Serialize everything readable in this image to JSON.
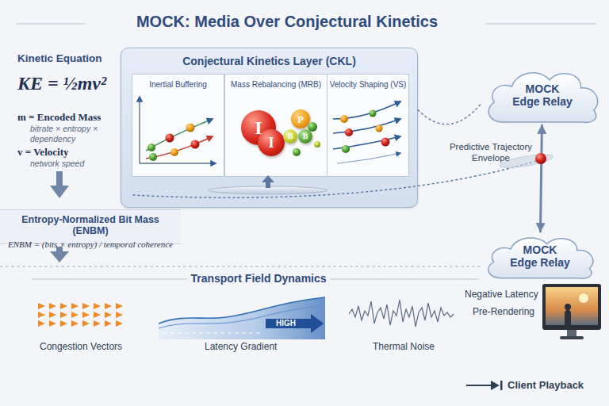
{
  "diagram": {
    "title": "MOCK: Media Over Conjectural Kinetics",
    "nodes": [
      {
        "text": [
          "Conjectural Kinetics Layer (CKL)"
        ]
      },
      {
        "text": [
          "Inertial Buffering"
        ],
        "in": 0
      },
      {
        "text": [
          "Mass Rebalancing (MRB)"
        ],
        "in": 0
      },
      {
        "text": [
          "Velocity Shaping (VS)"
        ],
        "in": 0
      },
      {
        "text": [
          "I"
        ],
        "in": 2
      },
      {
        "text": [
          "I"
        ],
        "in": 2
      },
      {
        "text": [
          "P"
        ],
        "in": 2
      },
      {
        "text": [
          "B"
        ],
        "in": 2
      },
      {
        "text": [
          "B"
        ],
        "in": 2
      },
      {
        "text": [
          "MOCK Edge Relay"
        ]
      },
      {
        "text": [
          "Entropy-Normalized Bit Mass (ENBM)",
          "ENBM = (bits × entropy) / temporal coherence"
        ]
      },
      {
        "text": [
          "MOCK Edge Relay"
        ]
      },
      {
        "text": [
          "Client Playback"
        ]
      }
    ],
    "edges": [
      {
        "from": 0,
        "to": 9,
        "arrow": "none"
      },
      {
        "from": 9,
        "to": 11,
        "arrow": "both"
      }
    ],
    "labels": [
      "Kinetic Equation",
      "KE = ½mv²",
      "m = Encoded Mass",
      "bitrate × entropy × dependency",
      "v = Velocity",
      "network speed",
      "Predictive Trajectory Envelope",
      "Transport Field Dynamics",
      "Congestion Vectors",
      "Latency Gradient",
      "HIGH",
      "Thermal Noise",
      "Negative Latency",
      "Pre-Rendering"
    ]
  }
}
